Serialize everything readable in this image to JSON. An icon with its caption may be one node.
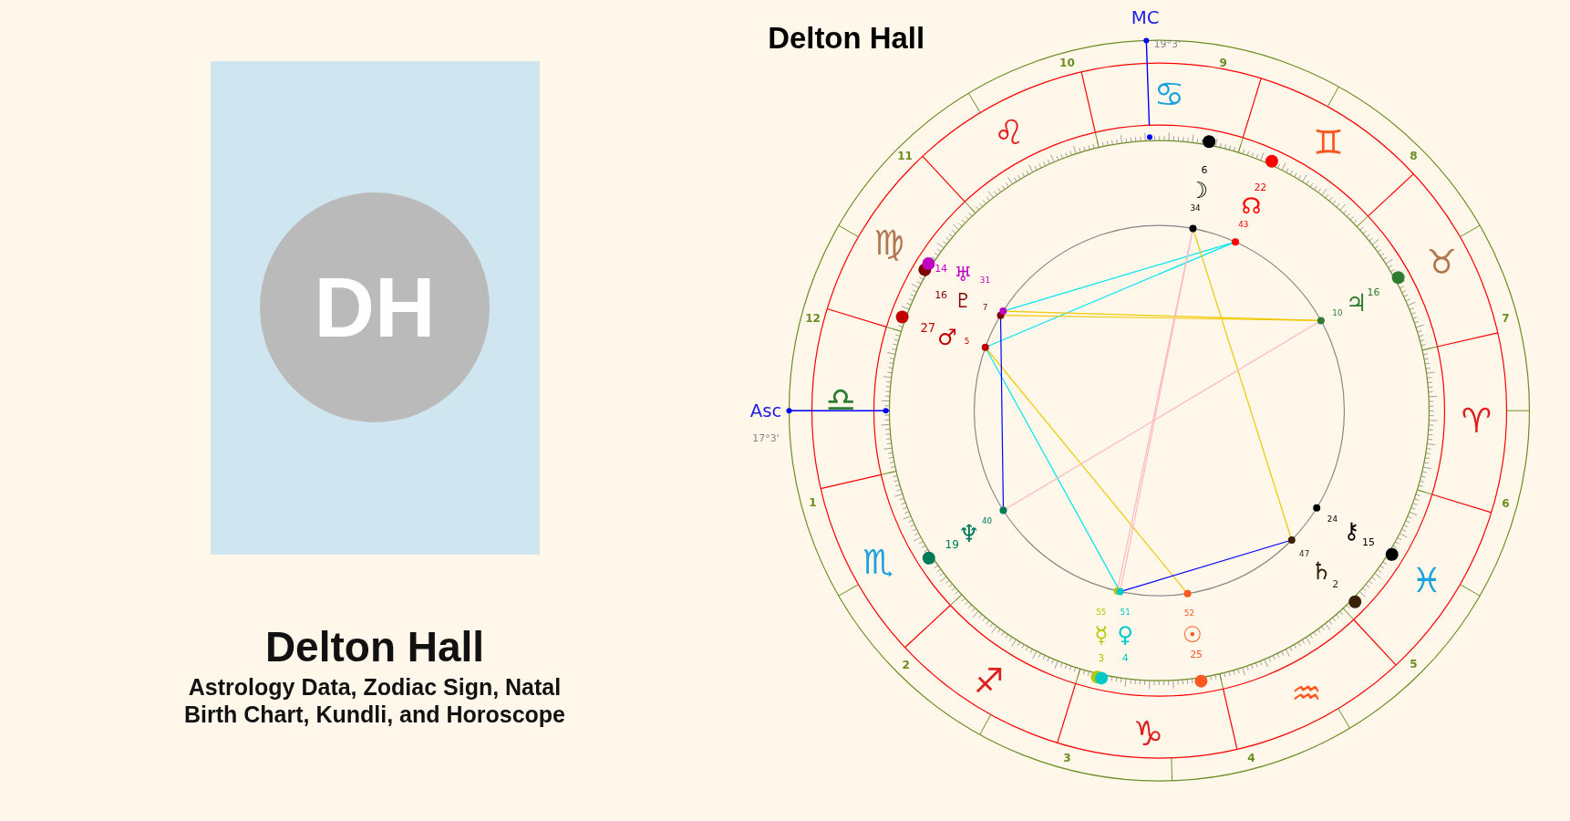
{
  "diagram": {
    "title": "Delton Hall",
    "nodes": [
      {
        "text": [
          "DH"
        ]
      }
    ],
    "labels": [
      "Astrology Data, Zodiac Sign, Natal Birth Chart, Kundli, and Horoscope",
      "Delton Hall",
      "MC",
      "19°3'",
      "10",
      "9",
      "♋",
      "11",
      "8",
      "♌",
      "♊",
      "6",
      "☽",
      "34",
      "22",
      "☊",
      "43",
      "♍",
      "12",
      "7",
      "14",
      "♅",
      "31",
      "16",
      "♇",
      "7",
      "27",
      "♂",
      "5",
      "10",
      "♃",
      "16",
      "♉",
      "Asc",
      "♎",
      "17°3'",
      "♈",
      "1",
      "6",
      "40",
      "♆",
      "19",
      "24",
      "⚷",
      "15",
      "47",
      "♄",
      "2",
      "♏",
      "♓",
      "55",
      "51",
      "☿",
      "♀",
      "52",
      "☉",
      "3",
      "4",
      "25",
      "2",
      "5",
      "♐",
      "♒",
      "♑",
      "3",
      "4"
    ]
  }
}
